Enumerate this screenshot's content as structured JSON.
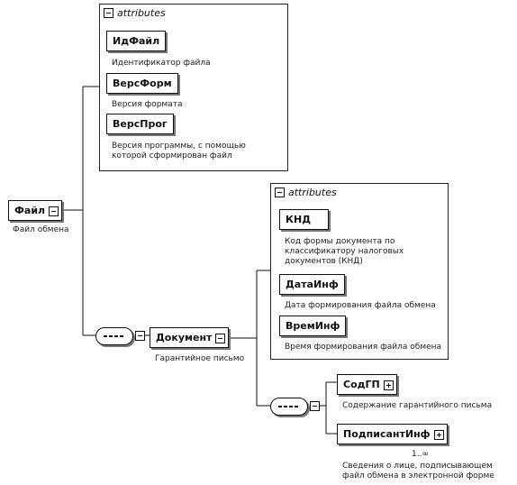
{
  "root": {
    "name": "Файл",
    "description": "Файл обмена"
  },
  "root_attributes": {
    "header": "attributes",
    "items": [
      {
        "name": "ИдФайл",
        "description": "Идентификатор файла"
      },
      {
        "name": "ВерсФорм",
        "description": "Версия формата"
      },
      {
        "name": "ВерсПрог",
        "description": "Версия программы, с помощью которой сформирован файл"
      }
    ]
  },
  "document": {
    "name": "Документ",
    "description": "Гарантийное письмо"
  },
  "document_attributes": {
    "header": "attributes",
    "items": [
      {
        "name": "КНД",
        "description": "Код формы документа по классификатору налоговых документов (КНД)"
      },
      {
        "name": "ДатаИнф",
        "description": "Дата формирования файла обмена"
      },
      {
        "name": "ВремИнф",
        "description": "Время формирования файла обмена"
      }
    ]
  },
  "children": [
    {
      "name": "СодГП",
      "description": "Содержание гарантийного письма"
    },
    {
      "name": "ПодписантИнф",
      "description": "Сведения о лице, подписывающем файл обмена в электронной форме",
      "multiplicity": "1..∞"
    }
  ]
}
